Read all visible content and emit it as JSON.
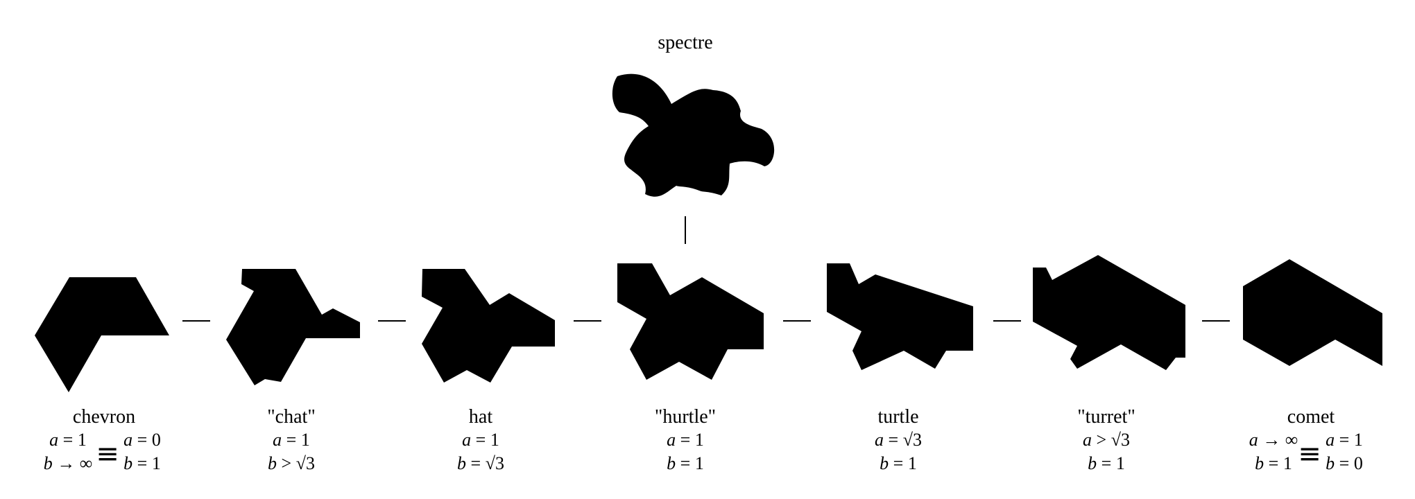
{
  "colors": {
    "shape_fill": "#000000",
    "background": "#ffffff"
  },
  "top": {
    "name": "spectre"
  },
  "tiles": [
    {
      "id": "chevron",
      "name": "chevron",
      "params": {
        "a": "a = 1",
        "b": "b → ∞",
        "equiv_symbol": "≡",
        "a_alt": "a = 0",
        "b_alt": "b = 1"
      }
    },
    {
      "id": "chat",
      "name": "\"chat\"",
      "params": {
        "a": "a = 1",
        "b": "b > √3"
      }
    },
    {
      "id": "hat",
      "name": "hat",
      "params": {
        "a": "a = 1",
        "b": "b = √3"
      }
    },
    {
      "id": "hurtle",
      "name": "\"hurtle\"",
      "params": {
        "a": "a = 1",
        "b": "b = 1"
      }
    },
    {
      "id": "turtle",
      "name": "turtle",
      "params": {
        "a": "a = √3",
        "b": "b = 1"
      }
    },
    {
      "id": "turret",
      "name": "\"turret\"",
      "params": {
        "a": "a > √3",
        "b": "b = 1"
      }
    },
    {
      "id": "comet",
      "name": "comet",
      "params": {
        "a": "a → ∞",
        "b": "b = 1",
        "equiv_symbol": "≡",
        "a_alt": "a = 1",
        "b_alt": "b = 0"
      }
    }
  ]
}
